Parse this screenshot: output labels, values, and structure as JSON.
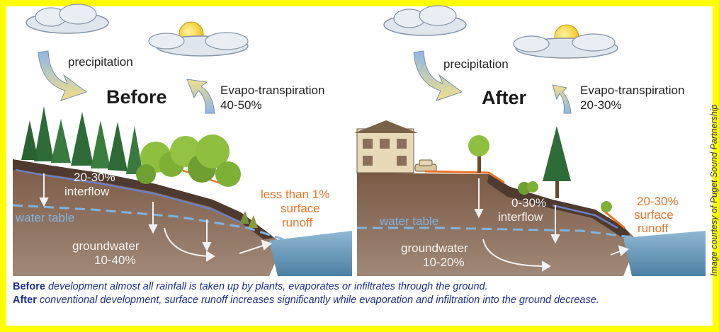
{
  "before": {
    "title": "Before",
    "precipitation": "precipitation",
    "evapo_label": "Evapo-transpiration",
    "evapo_value": "40-50%",
    "interflow_value": "20-30%",
    "interflow_label": "interflow",
    "water_table": "water table",
    "groundwater_label": "groundwater",
    "groundwater_value": "10-40%",
    "runoff_line1": "less than 1%",
    "runoff_line2": "surface",
    "runoff_line3": "runoff"
  },
  "after": {
    "title": "After",
    "precipitation": "precipitation",
    "evapo_label": "Evapo-transpiration",
    "evapo_value": "20-30%",
    "interflow_value": "0-30%",
    "interflow_label": "interflow",
    "water_table": "water table",
    "groundwater_label": "groundwater",
    "groundwater_value": "10-20%",
    "runoff_line1": "20-30%",
    "runoff_line2": "surface",
    "runoff_line3": "runoff"
  },
  "caption": {
    "line1_bold": "Before",
    "line1_rest": " development almost all rainfall is taken up by plants, evaporates or infiltrates through the ground.",
    "line2_bold": "After",
    "line2_rest": " conventional development, surface runoff increases significantly while evaporation and infiltration into the ground decrease."
  },
  "credit": "Image courtesy of Puget Sound Partnership",
  "colors": {
    "frame": "#ffff00",
    "caption_text": "#1c2f8e",
    "runoff_orange": "#e8742a",
    "water_table_blue": "#7fb4e0",
    "soil": "#8a6a55",
    "water": "#5e8fb0"
  }
}
